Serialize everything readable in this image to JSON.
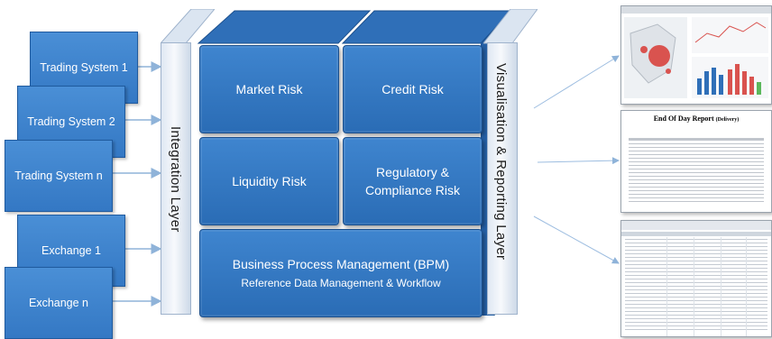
{
  "systems": [
    {
      "label": "Trading System 1"
    },
    {
      "label": "Trading System 2"
    },
    {
      "label": "Trading System n"
    },
    {
      "label": "Exchange 1"
    },
    {
      "label": "Exchange n"
    }
  ],
  "layers": {
    "integration": "Integration Layer",
    "visualisation": "Visualisation & Reporting Layer"
  },
  "modules": {
    "market_risk": "Market Risk",
    "credit_risk": "Credit Risk",
    "liquidity_risk": "Liquidity Risk",
    "regulatory_line1": "Regulatory &",
    "regulatory_line2": "Compliance Risk",
    "bpm_title": "Business Process Management (BPM)",
    "bpm_subtitle": "Reference Data Management & Workflow"
  },
  "reports": {
    "eod_title": "End Of Day Report",
    "eod_suffix": "(Delivery)"
  },
  "colors": {
    "box_blue": "#3a7fc9",
    "cube_top": "#2b6db6",
    "layer_bar": "#e8eef6",
    "arrow": "#8fb3d9"
  }
}
